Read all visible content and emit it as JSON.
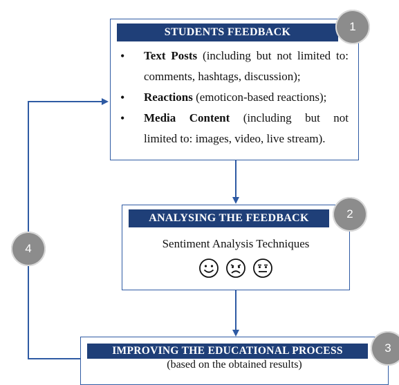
{
  "steps": [
    {
      "number": "1",
      "title": "STUDENTS FEEDBACK",
      "items": [
        {
          "bold": "Text Posts",
          "rest": " (including but not limited to:",
          "cont": "comments, hashtags, discussion);"
        },
        {
          "bold": "Reactions",
          "rest": " (emoticon-based reactions);",
          "cont": ""
        },
        {
          "bold": "Media Content",
          "rest": " (including but not",
          "cont": "limited to: images, video, live stream)."
        }
      ]
    },
    {
      "number": "2",
      "title": "ANALYSING THE FEEDBACK",
      "subtitle": "Sentiment Analysis Techniques",
      "icons": [
        "smiling-face-icon",
        "sad-face-icon",
        "neutral-face-icon"
      ]
    },
    {
      "number": "3",
      "title": "IMPROVING THE EDUCATIONAL PROCESS",
      "subtitle": "(based on the obtained results)"
    },
    {
      "number": "4"
    }
  ],
  "colors": {
    "bar": "#1f3f78",
    "border": "#2e5aa3",
    "arrow": "#2e5aa3",
    "badge": "#8c8c8c"
  }
}
